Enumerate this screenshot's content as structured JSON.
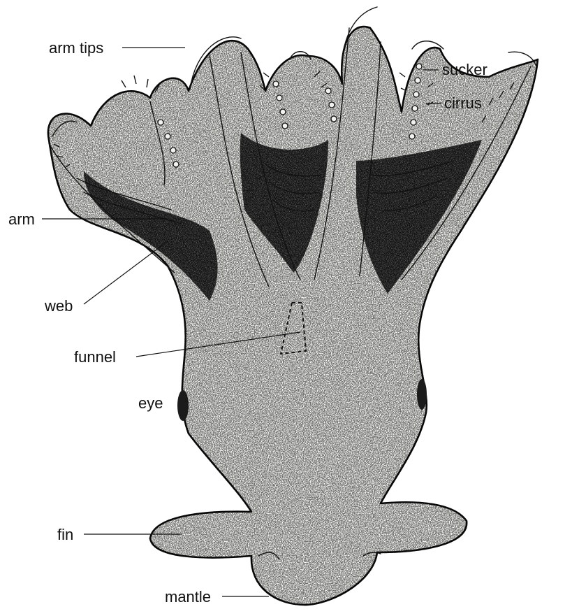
{
  "labels": {
    "arm_tips": "arm tips",
    "sucker": "sucker",
    "cirrus": "cirrus",
    "arm": "arm",
    "web": "web",
    "funnel": "funnel",
    "eye": "eye",
    "fin": "fin",
    "mantle": "mantle"
  },
  "colors": {
    "ink": "#111111",
    "body": "#f7f7f3",
    "stipple": "#2a2a2a",
    "eye": "#1b1b1b"
  }
}
